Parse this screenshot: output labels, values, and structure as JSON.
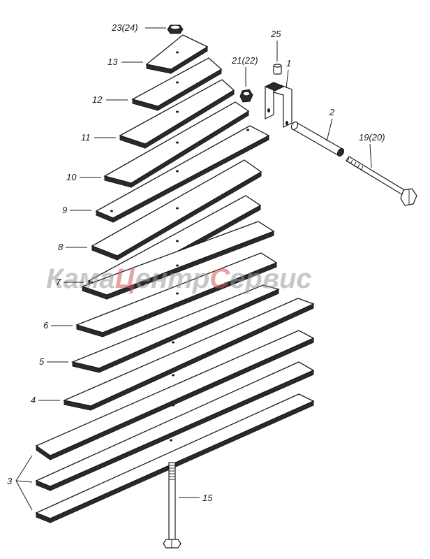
{
  "watermark": {
    "part1": "Кама",
    "part2": "Ц",
    "part3": "ентр",
    "part4": "С",
    "part5": "ервис",
    "accent_color": "#d05858",
    "base_color": "#9a9a9a"
  },
  "callouts": {
    "c23_24": "23(24)",
    "c13": "13",
    "c12": "12",
    "c11": "11",
    "c10": "10",
    "c9": "9",
    "c8": "8",
    "c7": "7",
    "c6": "6",
    "c5": "5",
    "c4": "4",
    "c3": "3",
    "c15": "15",
    "c25": "25",
    "c21_22": "21(22)",
    "c1": "1",
    "c2": "2",
    "c19_20": "19(20)"
  }
}
